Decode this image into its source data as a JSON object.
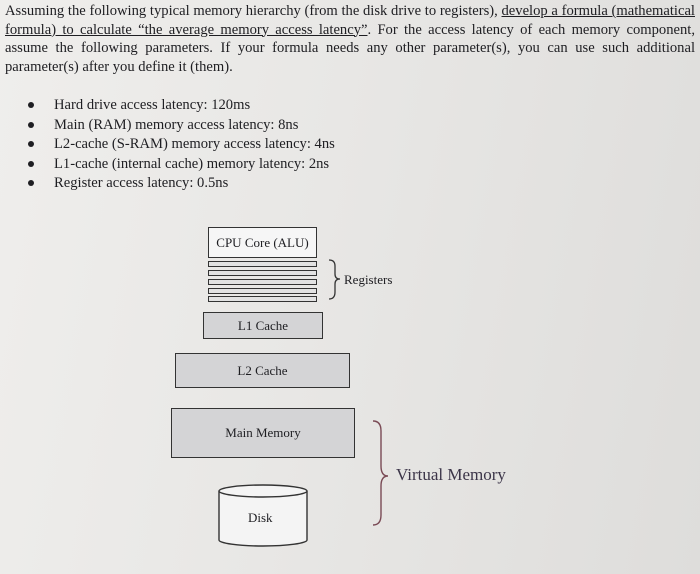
{
  "paragraph": {
    "part1": "Assuming the following typical memory hierarchy (from the disk drive to registers), ",
    "underlined": "develop a formula (mathematical formula) to calculate “the average memory access latency”",
    "part2": ". For the access latency of each memory component, assume the following parameters. If your formula needs any other parameter(s), you can use such additional parameter(s) after you define it (them)."
  },
  "bullets": [
    "Hard drive access latency: 120ms",
    "Main (RAM) memory access latency: 8ns",
    "L2-cache (S-RAM) memory access latency: 4ns",
    "L1-cache (internal cache) memory latency: 2ns",
    "Register access latency: 0.5ns"
  ],
  "diagram": {
    "cpu": "CPU Core (ALU)",
    "registers": "Registers",
    "l1": "L1 Cache",
    "l2": "L2 Cache",
    "main_memory": "Main Memory",
    "disk": "Disk",
    "virtual_memory": "Virtual Memory"
  }
}
